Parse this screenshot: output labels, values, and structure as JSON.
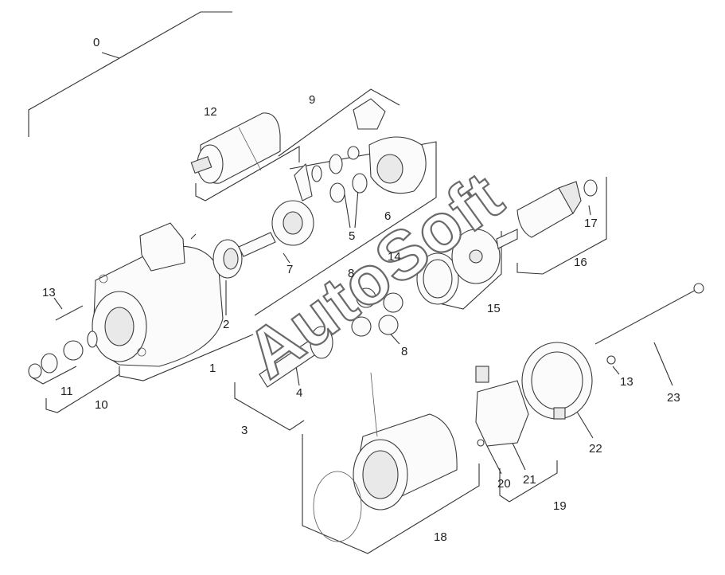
{
  "watermark": "AutoSoft",
  "callouts": {
    "c0": "0",
    "c1": "1",
    "c2": "2",
    "c3": "3",
    "c4": "4",
    "c5": "5",
    "c6": "6",
    "c7": "7",
    "c8a": "8",
    "c8b": "8",
    "c9": "9",
    "c10": "10",
    "c11": "11",
    "c12": "12",
    "c13a": "13",
    "c13b": "13",
    "c14": "14",
    "c15": "15",
    "c16": "16",
    "c17": "17",
    "c18": "18",
    "c19": "19",
    "c20": "20",
    "c21": "21",
    "c22": "22",
    "c23": "23"
  }
}
